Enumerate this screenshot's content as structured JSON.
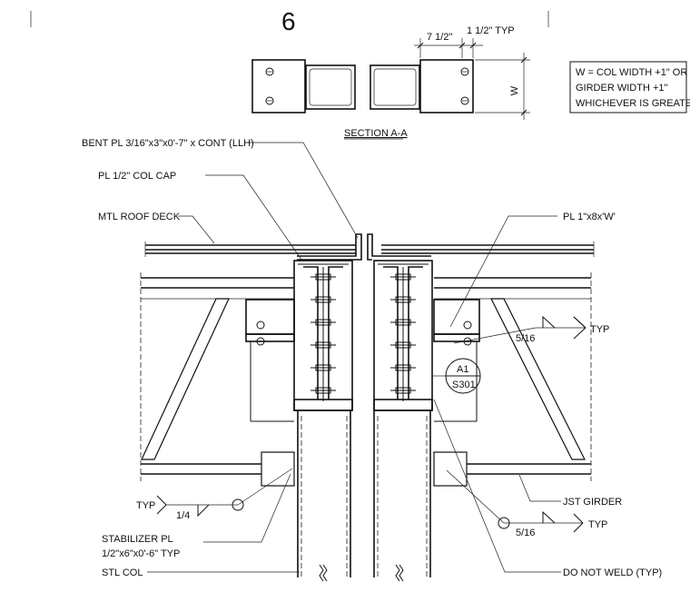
{
  "detail_number": "6",
  "section": {
    "title": "SECTION A-A",
    "dim_width": "7 1/2\"",
    "dim_typ": "1 1/2\" TYP",
    "dim_w": "W",
    "note_lines": [
      "W = COL WIDTH +1\" OR",
      "GIRDER WIDTH +1\"",
      "WHICHEVER IS GREATER"
    ]
  },
  "labels": {
    "bent_pl": "BENT PL 3/16\"x3\"x0'-7\" x CONT (LLH)",
    "col_cap": "PL 1/2\" COL CAP",
    "roof_deck": "MTL ROOF DECK",
    "pl_w": "PL 1\"x8x'W'",
    "weld_right_typ": "TYP",
    "weld_right_size": "5/16",
    "ref_id": "A1",
    "ref_sheet": "S301",
    "weld_left_typ": "TYP",
    "weld_left_size": "1/4",
    "stabilizer_line1": "STABILIZER PL",
    "stabilizer_line2": "1/2\"x6\"x0'-6\" TYP",
    "stl_col": "STL COL",
    "jst_girder": "JST GIRDER",
    "weld_bottom_typ": "TYP",
    "weld_bottom_size": "5/16",
    "do_not_weld": "DO NOT WELD (TYP)"
  }
}
